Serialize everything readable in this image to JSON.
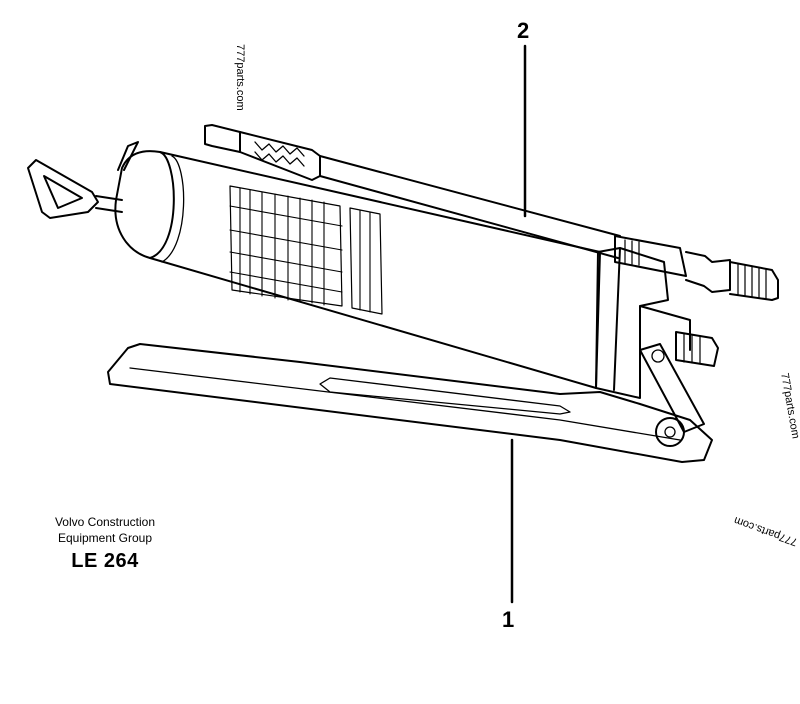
{
  "callouts": {
    "top": "2",
    "bottom": "1"
  },
  "caption": {
    "line1": "Volvo Construction",
    "line2": "Equipment Group",
    "code": "LE 264"
  },
  "watermarks": [
    "777parts.com",
    "777parts.com",
    "777parts.com"
  ]
}
